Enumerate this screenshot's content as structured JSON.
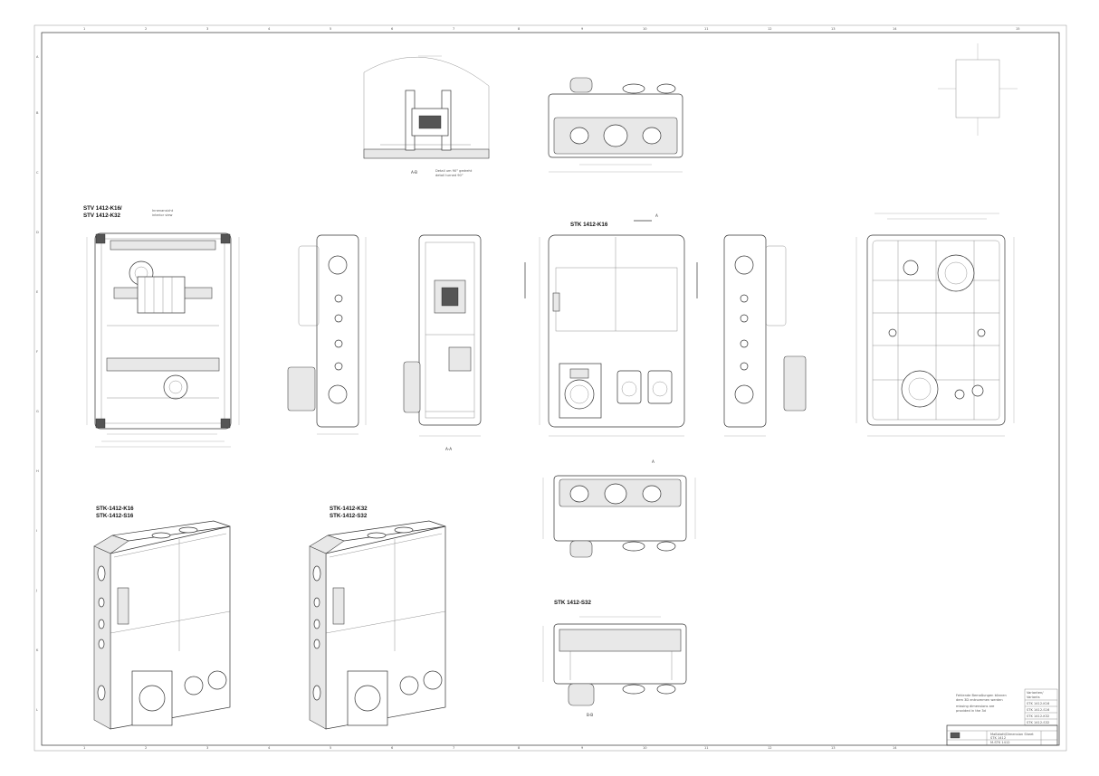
{
  "sheet": {
    "grid_columns": [
      "1",
      "2",
      "3",
      "4",
      "5",
      "6",
      "7",
      "8",
      "9",
      "10",
      "11",
      "12",
      "13",
      "14",
      "15"
    ],
    "grid_rows": [
      "A",
      "B",
      "C",
      "D",
      "E",
      "F",
      "G",
      "H",
      "I",
      "J",
      "K",
      "L"
    ]
  },
  "views": {
    "stv_title_1": "STV 1412-K16/",
    "stv_title_2": "STV 1412-K32",
    "stv_note_1": "Innenansicht",
    "stv_note_2": "interior view",
    "stk_front_title": "STK 1412-K16",
    "section_label": "A-A",
    "section_marker_a": "A",
    "detail_label": "A-B",
    "detail_note_1": "Detail um 90° gedreht",
    "detail_note_2": "detail turned 90°",
    "iso_left_title_1": "STK-1412-K16",
    "iso_left_title_2": "STK-1412-S16",
    "iso_mid_title_1": "STK-1412-K32",
    "iso_mid_title_2": "STK-1412-S32",
    "bottom_view_title": "STK 1412-S32",
    "bottom_section_label": "B-B"
  },
  "notes": {
    "line1": "Fehlende Bemaßungen können",
    "line2": "dem 3D entnommen werden",
    "line3": "missing dimensions are",
    "line4": "provided in the 3d"
  },
  "variants": {
    "header_1": "Varianten/",
    "header_2": "Variants",
    "items": [
      "STK 1412-K16",
      "STK 1412-S16",
      "STK 1412-K32",
      "STK 1412-S32"
    ]
  },
  "title_block": {
    "title_1": "Maßblatt/Dimension Sheet",
    "title_2": "STK 1412",
    "drawing_no": "M-STK 1412"
  }
}
